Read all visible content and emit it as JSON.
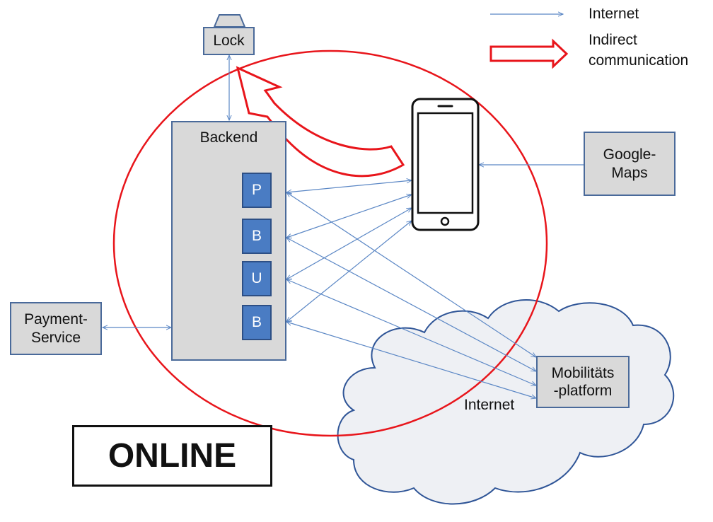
{
  "legend": {
    "internet_label": "Internet",
    "indirect_label_line1": "Indirect",
    "indirect_label_line2": "communication"
  },
  "nodes": {
    "lock": "Lock",
    "backend": "Backend",
    "components": [
      "P",
      "B",
      "U",
      "B"
    ],
    "google_maps_line1": "Google-",
    "google_maps_line2": "Maps",
    "payment_line1": "Payment-",
    "payment_line2": "Service",
    "mobility_line1": "Mobilitäts",
    "mobility_line2": "-platform",
    "cloud_label": "Internet"
  },
  "status": "ONLINE",
  "colors": {
    "accent_red": "#e8151b",
    "connector_blue": "#5b87c5",
    "box_gray": "#d9d9d9",
    "component_blue": "#4a7cc3",
    "cloud_fill": "#eef0f4",
    "cloud_stroke": "#2f5597"
  }
}
